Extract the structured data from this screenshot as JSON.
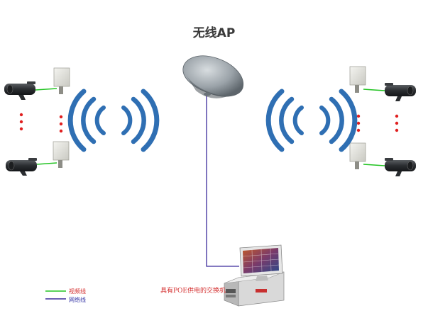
{
  "diagram": {
    "title": "无线AP",
    "switch_label": "具有POE供电的交换机",
    "legend": {
      "video_line": "视频线",
      "network_line": "网络线"
    },
    "colors": {
      "video_line": "#22c322",
      "network_line": "#3b2a9c",
      "wifi": "#2f6fb3",
      "dots": "#e02020",
      "label_red": "#d43030",
      "ap_body": "#8e969c"
    },
    "icons": [
      "camera-icon",
      "antenna-panel-icon",
      "wifi-signal-icon",
      "wireless-ap-icon",
      "computer-workstation-icon"
    ]
  }
}
